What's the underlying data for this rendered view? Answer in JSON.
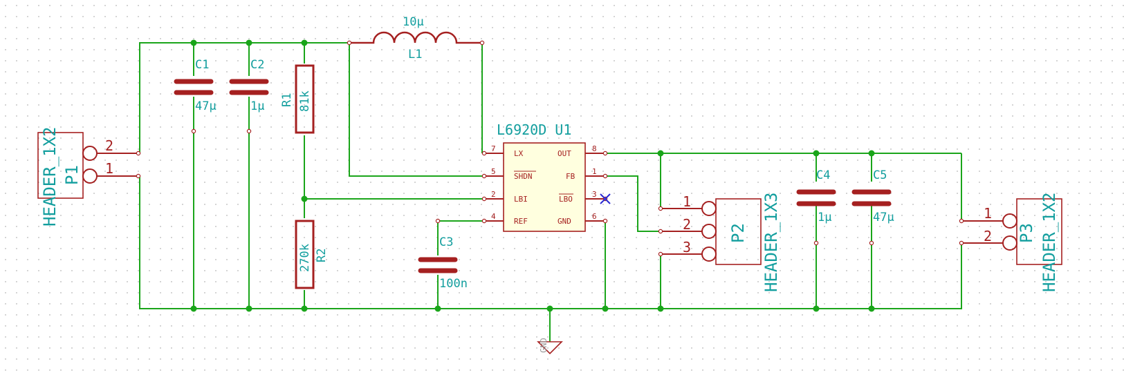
{
  "P1": {
    "ref": "P1",
    "value": "HEADER_1X2",
    "pin_a": "2",
    "pin_b": "1"
  },
  "P2": {
    "ref": "P2",
    "value": "HEADER_1X3",
    "pin_a": "1",
    "pin_b": "2",
    "pin_c": "3"
  },
  "P3": {
    "ref": "P3",
    "value": "HEADER_1X2",
    "pin_a": "1",
    "pin_b": "2"
  },
  "C1": {
    "ref": "C1",
    "value": "47µ"
  },
  "C2": {
    "ref": "C2",
    "value": "1µ"
  },
  "C3": {
    "ref": "C3",
    "value": "100n"
  },
  "C4": {
    "ref": "C4",
    "value": "1µ"
  },
  "C5": {
    "ref": "C5",
    "value": "47µ"
  },
  "R1": {
    "ref": "R1",
    "value": "81k"
  },
  "R2": {
    "ref": "R2",
    "value": "270k"
  },
  "L1": {
    "ref": "L1",
    "value": "10µ"
  },
  "U1": {
    "title": "L6920D  U1",
    "pins": {
      "lx": {
        "num": "7",
        "name": "LX"
      },
      "shdn": {
        "num": "5",
        "name": "SHDN"
      },
      "lbi": {
        "num": "2",
        "name": "LBI"
      },
      "ref": {
        "num": "4",
        "name": "REF"
      },
      "out": {
        "num": "8",
        "name": "OUT"
      },
      "fb": {
        "num": "1",
        "name": "FB"
      },
      "lbo": {
        "num": "3",
        "name": "LBO"
      },
      "gnd": {
        "num": "6",
        "name": "GND"
      }
    }
  },
  "ground": {
    "label": "GND"
  },
  "colors": {
    "wire": "#1aa51a",
    "component": "#a52020",
    "label": "#129e9e",
    "grid": "#b4b4b4",
    "no_connect": "#2a2ad2"
  }
}
